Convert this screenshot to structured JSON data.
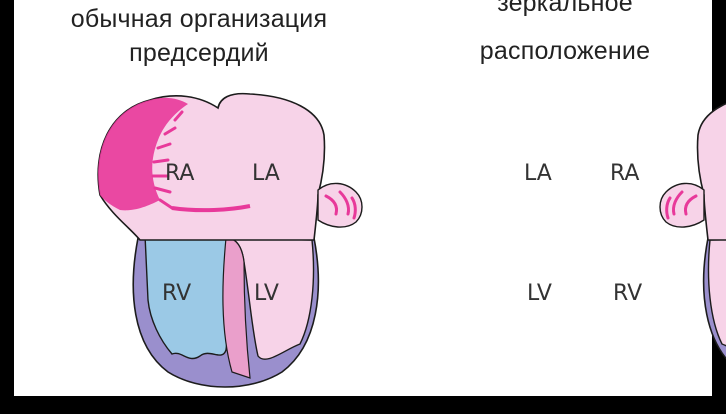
{
  "captions": {
    "left_line1": "обычная организация",
    "left_line2": "предсердий",
    "right_line1": "зеркальное",
    "right_line2": "расположение"
  },
  "left_heart": {
    "labels": {
      "ra": "RA",
      "la": "LA",
      "rv": "RV",
      "lv": "LV"
    }
  },
  "right_heart": {
    "labels": {
      "la": "LA",
      "ra": "RA",
      "lv": "LV",
      "rv": "RV"
    }
  },
  "colors": {
    "atrium_fill": "#f7d3e8",
    "appendage_magenta": "#e8399a",
    "ventricle_blue": "#9bc9e6",
    "ventricle_purple": "#9a8fcd",
    "septum_pink": "#ea9fcb",
    "outline": "#1c1c1c",
    "background": "#000000",
    "panel": "#ffffff"
  }
}
